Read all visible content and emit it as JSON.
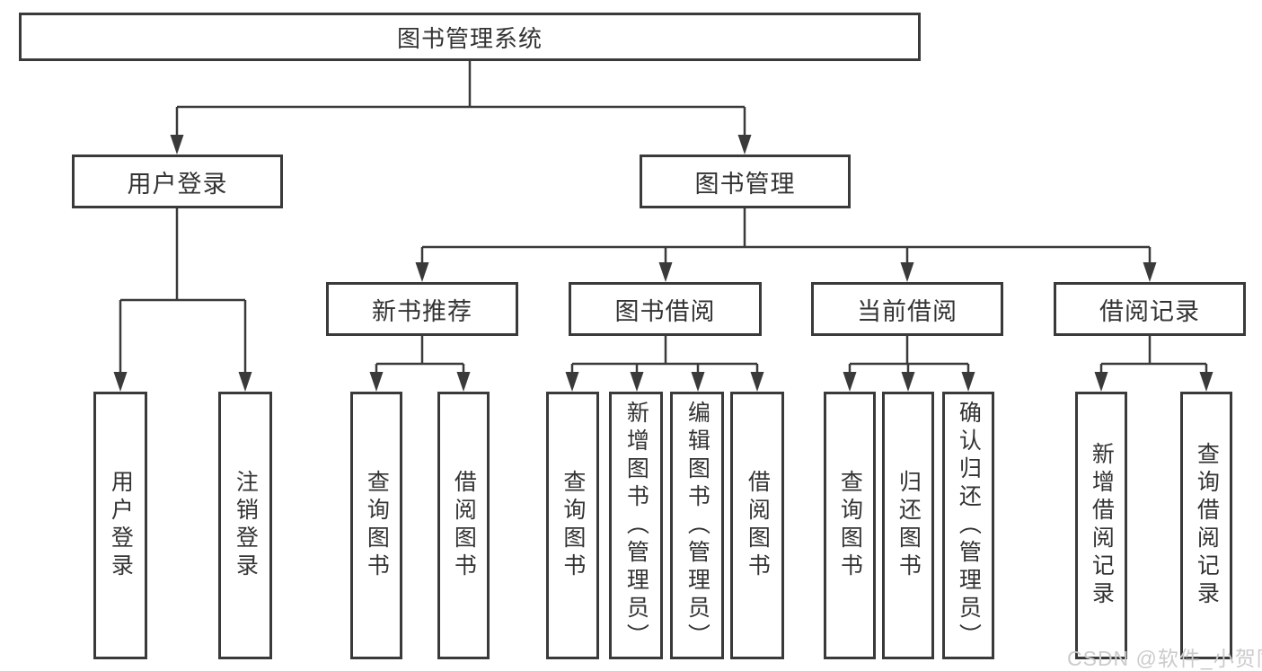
{
  "colors": {
    "line": "#3a3a3a",
    "box_border": "#3a3a3a",
    "text": "#333333",
    "background": "#ffffff",
    "watermark_text": "#cbcbcb"
  },
  "watermark": "CSDN @软件_小贺同学",
  "tree": {
    "root": {
      "label": "图书管理系统",
      "children": [
        {
          "label": "用户登录",
          "children": [
            {
              "label": "用户登录"
            },
            {
              "label": "注销登录"
            }
          ]
        },
        {
          "label": "图书管理",
          "children": [
            {
              "label": "新书推荐",
              "children": [
                {
                  "label": "查询图书"
                },
                {
                  "label": "借阅图书"
                }
              ]
            },
            {
              "label": "图书借阅",
              "children": [
                {
                  "label": "查询图书"
                },
                {
                  "label": "新增图书（管理员）"
                },
                {
                  "label": "编辑图书（管理员）"
                },
                {
                  "label": "借阅图书"
                }
              ]
            },
            {
              "label": "当前借阅",
              "children": [
                {
                  "label": "查询图书"
                },
                {
                  "label": "归还图书"
                },
                {
                  "label": "确认归还（管理员）"
                }
              ]
            },
            {
              "label": "借阅记录",
              "children": [
                {
                  "label": "新增借阅记录"
                },
                {
                  "label": "查询借阅记录"
                }
              ]
            }
          ]
        }
      ]
    }
  }
}
